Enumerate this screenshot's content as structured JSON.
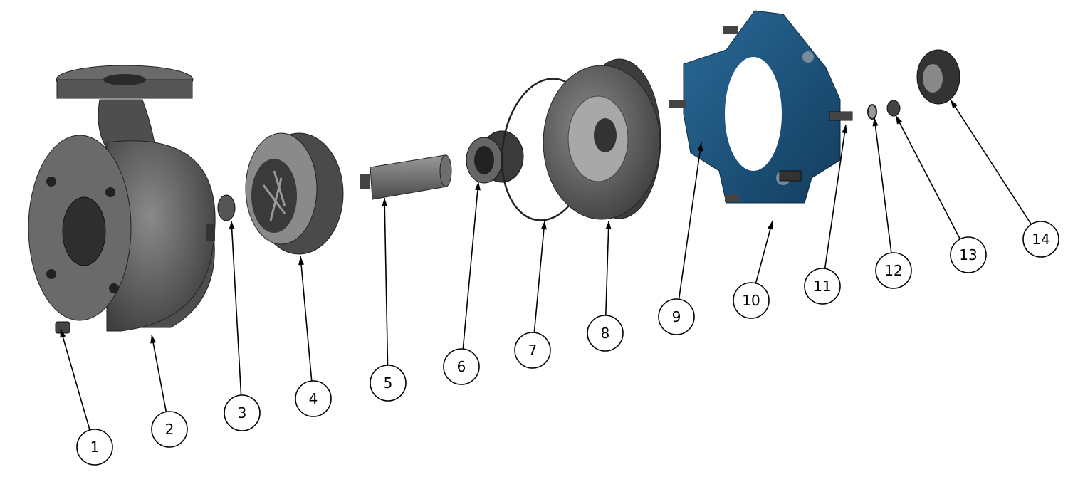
{
  "diagram": {
    "type": "exploded-assembly-view",
    "colors": {
      "part_gray": "#5e5e5e",
      "part_dark": "#333333",
      "bracket_blue": "#1f5a86",
      "line": "#000000"
    },
    "callouts": [
      {
        "label": "1"
      },
      {
        "label": "2"
      },
      {
        "label": "3"
      },
      {
        "label": "4"
      },
      {
        "label": "5"
      },
      {
        "label": "6"
      },
      {
        "label": "7"
      },
      {
        "label": "8"
      },
      {
        "label": "9"
      },
      {
        "label": "10"
      },
      {
        "label": "11"
      },
      {
        "label": "12"
      },
      {
        "label": "13"
      },
      {
        "label": "14"
      }
    ]
  }
}
